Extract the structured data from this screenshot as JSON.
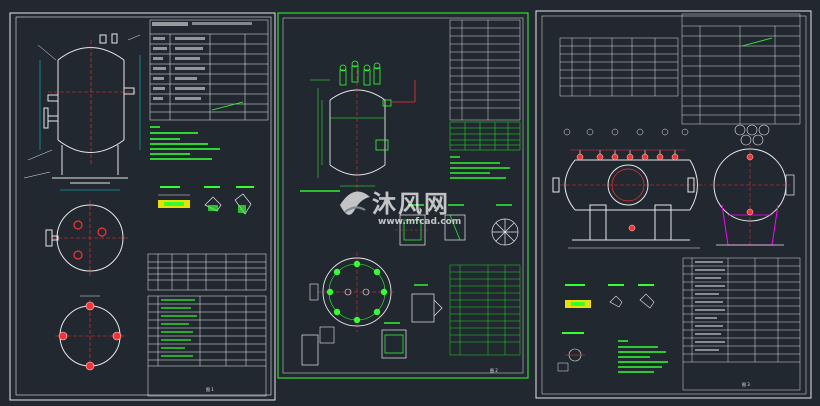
{
  "watermark": {
    "main": "沐风网",
    "url": "www.mfcad.com"
  },
  "sheets": [
    {
      "id": "sheet-left",
      "footer": "图 1"
    },
    {
      "id": "sheet-middle",
      "footer": "图 2"
    },
    {
      "id": "sheet-right",
      "footer": "图 3"
    }
  ],
  "colors": {
    "background": "#212830",
    "frame": "#e8e8e8",
    "frame_green": "#33ff33",
    "table": "#f0f0f0",
    "table_green": "#22ee22",
    "hatch": "#e8e000",
    "red": "#ff3030",
    "magenta": "#ff00ff",
    "cyan": "#00e0e0"
  }
}
